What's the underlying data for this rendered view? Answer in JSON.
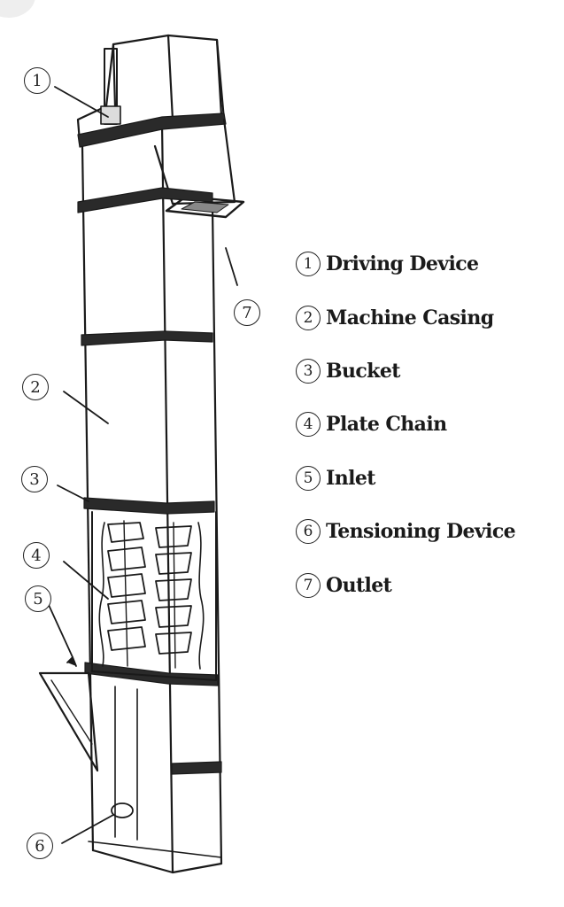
{
  "callouts": [
    {
      "number": "1"
    },
    {
      "number": "2"
    },
    {
      "number": "3"
    },
    {
      "number": "4"
    },
    {
      "number": "5"
    },
    {
      "number": "6"
    },
    {
      "number": "7"
    }
  ],
  "legend": [
    {
      "number": "1",
      "label": "Driving Device"
    },
    {
      "number": "2",
      "label": "Machine Casing"
    },
    {
      "number": "3",
      "label": "Bucket"
    },
    {
      "number": "4",
      "label": "Plate Chain"
    },
    {
      "number": "5",
      "label": "Inlet"
    },
    {
      "number": "6",
      "label": "Tensioning Device"
    },
    {
      "number": "7",
      "label": "Outlet"
    }
  ],
  "colors": {
    "line": "#1a1a1a",
    "background": "#ffffff"
  }
}
